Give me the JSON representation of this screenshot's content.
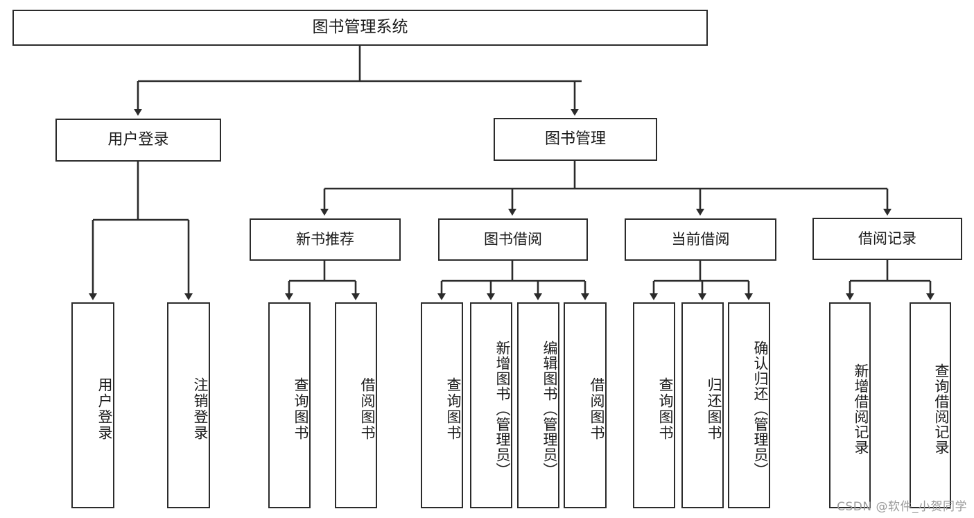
{
  "diagram": {
    "type": "tree-hierarchy-chart",
    "title": "图书管理系统",
    "root": {
      "label": "图书管理系统"
    },
    "level2": [
      {
        "label": "用户登录"
      },
      {
        "label": "图书管理"
      }
    ],
    "level3": [
      {
        "label": "新书推荐"
      },
      {
        "label": "图书借阅"
      },
      {
        "label": "当前借阅"
      },
      {
        "label": "借阅记录"
      }
    ],
    "groups": [
      {
        "parent": "用户登录",
        "leaves": [
          {
            "label": "用户登录"
          },
          {
            "label": "注销登录"
          }
        ]
      },
      {
        "parent": "新书推荐",
        "leaves": [
          {
            "label": "查询图书"
          },
          {
            "label": "借阅图书"
          }
        ]
      },
      {
        "parent": "图书借阅",
        "leaves": [
          {
            "label": "查询图书"
          },
          {
            "label": "新增图书（管理员）"
          },
          {
            "label": "编辑图书（管理员）"
          },
          {
            "label": "借阅图书"
          }
        ]
      },
      {
        "parent": "当前借阅",
        "leaves": [
          {
            "label": "查询图书"
          },
          {
            "label": "归还图书"
          },
          {
            "label": "确认归还（管理员）"
          }
        ]
      },
      {
        "parent": "借阅记录",
        "leaves": [
          {
            "label": "新增借阅记录"
          },
          {
            "label": "查询借阅记录"
          }
        ]
      }
    ],
    "watermark": "CSDN @软件_小贺同学",
    "colors": {
      "box_border": "#2b2b2b",
      "box_fill": "#ffffff",
      "connector": "#2b2b2b",
      "text": "#1a1a1a",
      "watermark": "#9a9a9a",
      "background": "#ffffff"
    }
  }
}
